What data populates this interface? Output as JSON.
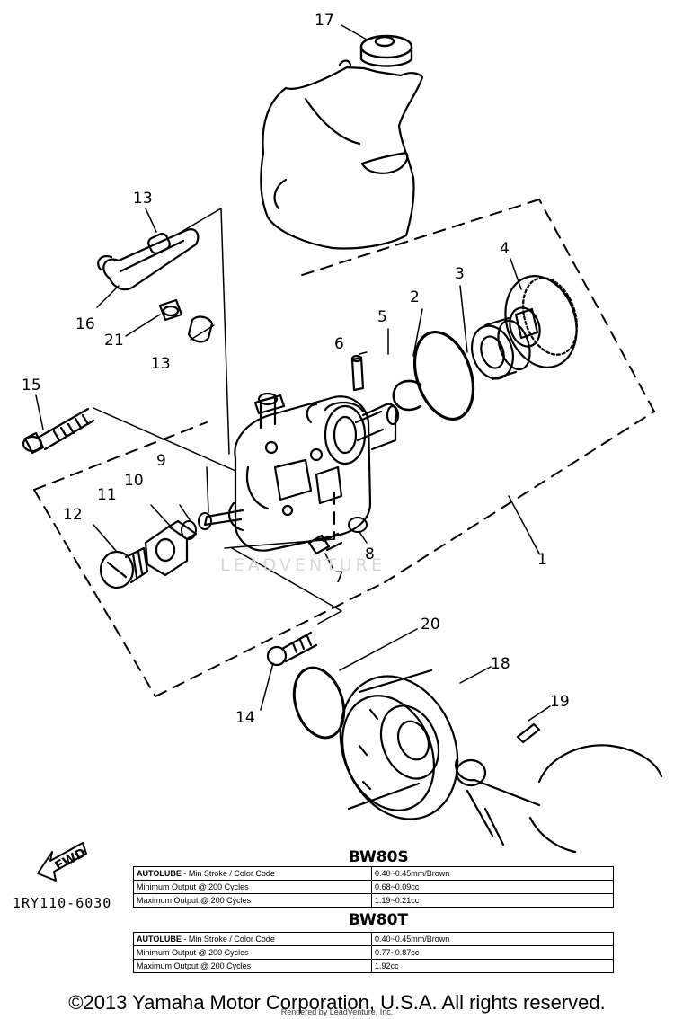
{
  "callouts": {
    "c1": "1",
    "c2": "2",
    "c3": "3",
    "c4": "4",
    "c5": "5",
    "c6": "6",
    "c7": "7",
    "c8": "8",
    "c9": "9",
    "c10": "10",
    "c11": "11",
    "c12": "12",
    "c13a": "13",
    "c13b": "13",
    "c14": "14",
    "c15": "15",
    "c16": "16",
    "c17": "17",
    "c18": "18",
    "c19": "19",
    "c20": "20",
    "c21": "21"
  },
  "watermark": "LEADVENTURE",
  "fwd_label": "FWD",
  "part_code": "1RY110-6030",
  "tables": [
    {
      "model": "BW80S",
      "rows": [
        {
          "label_bold": "AUTOLUBE",
          "label": " - Min Stroke / Color Code",
          "value": "0.40~0.45mm/Brown"
        },
        {
          "label_bold": "",
          "label": "Minimum Output @ 200 Cycles",
          "value": "0.68~0.09cc"
        },
        {
          "label_bold": "",
          "label": "Maximum Output @ 200 Cycles",
          "value": "1.19~0.21cc"
        }
      ]
    },
    {
      "model": "BW80T",
      "rows": [
        {
          "label_bold": "AUTOLUBE",
          "label": " - Min Stroke / Color Code",
          "value": "0.40~0.45mm/Brown"
        },
        {
          "label_bold": "",
          "label": "Minimum Output @ 200 Cycles",
          "value": "0.77~0.87cc"
        },
        {
          "label_bold": "",
          "label": "Maximum Output @ 200 Cycles",
          "value": "1.92cc"
        }
      ]
    }
  ],
  "copyright": "©2013 Yamaha Motor Corporation, U.S.A. All rights reserved.",
  "rendered_by": "Rendered by LeadVenture, Inc."
}
